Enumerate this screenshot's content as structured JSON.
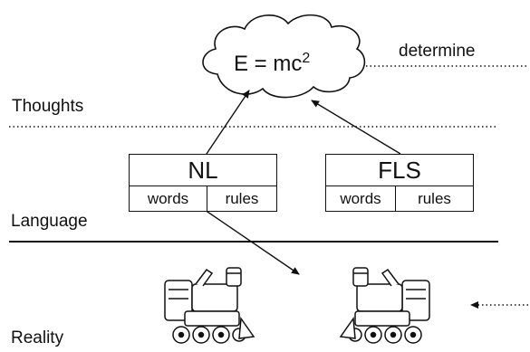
{
  "layers": {
    "thoughts": "Thoughts",
    "language": "Language",
    "reality": "Reality"
  },
  "cloud": {
    "formula_main": "E = mc",
    "formula_exp": "2"
  },
  "determine_label": "determine",
  "boxes": {
    "nl": {
      "title": "NL",
      "cells": [
        "words",
        "rules"
      ]
    },
    "fls": {
      "title": "FLS",
      "cells": [
        "words",
        "rules"
      ]
    }
  },
  "colors": {
    "ink": "#111111"
  },
  "icons": [
    "train-left-icon",
    "train-right-icon"
  ]
}
